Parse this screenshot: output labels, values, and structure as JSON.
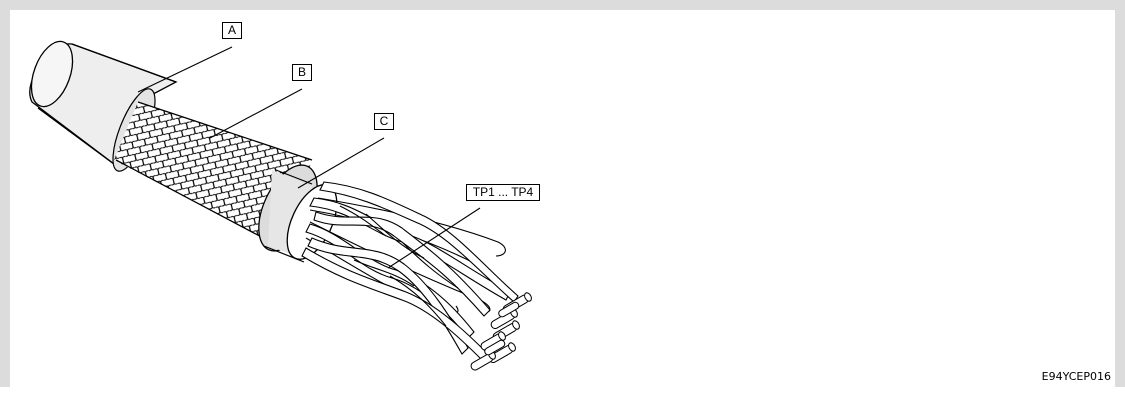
{
  "callouts": {
    "a": "A",
    "b": "B",
    "c": "C",
    "pairs": "TP1 ... TP4"
  },
  "figure_id": "E94YCEP016"
}
